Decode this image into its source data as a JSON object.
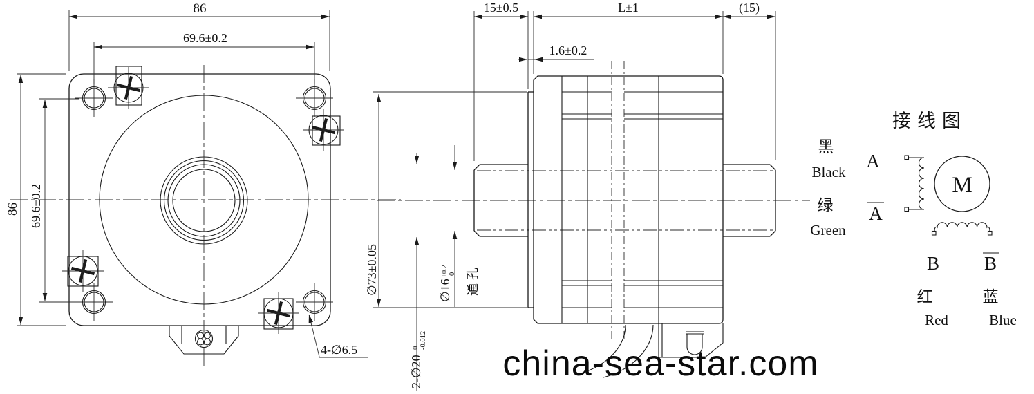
{
  "watermark": "china-sea-star.com",
  "front_view": {
    "dim_width_top": "86",
    "dim_bolt_spacing_top": "69.6±0.2",
    "dim_height_left": "86",
    "dim_bolt_spacing_left": "69.6±0.2",
    "mounting_holes_note": "4-∅6.5"
  },
  "side_view": {
    "dim_shaft_length": "15±0.5",
    "dim_body_length": "L±1",
    "dim_rear_length": "(15)",
    "dim_boss_thickness": "1.6±0.2",
    "dim_pilot_diameter": "∅73±0.05",
    "bore_dim": {
      "main": "∅16",
      "tol_upper": "+0.2",
      "tol_lower": "0"
    },
    "bore_note": "通孔",
    "shaft_dim": {
      "main": "2-∅20",
      "tol_upper": "0",
      "tol_lower": "-0.012"
    }
  },
  "wiring_diagram": {
    "title": "接线图",
    "motor_symbol": "M",
    "leads": {
      "a": {
        "cn": "黑",
        "en": "Black",
        "phase": "A"
      },
      "a_bar": {
        "cn": "绿",
        "en": "Green",
        "phase": "A"
      },
      "b": {
        "cn": "红",
        "en": "Red",
        "phase": "B"
      },
      "b_bar": {
        "cn": "蓝",
        "en": "Blue",
        "phase": "B"
      }
    }
  }
}
